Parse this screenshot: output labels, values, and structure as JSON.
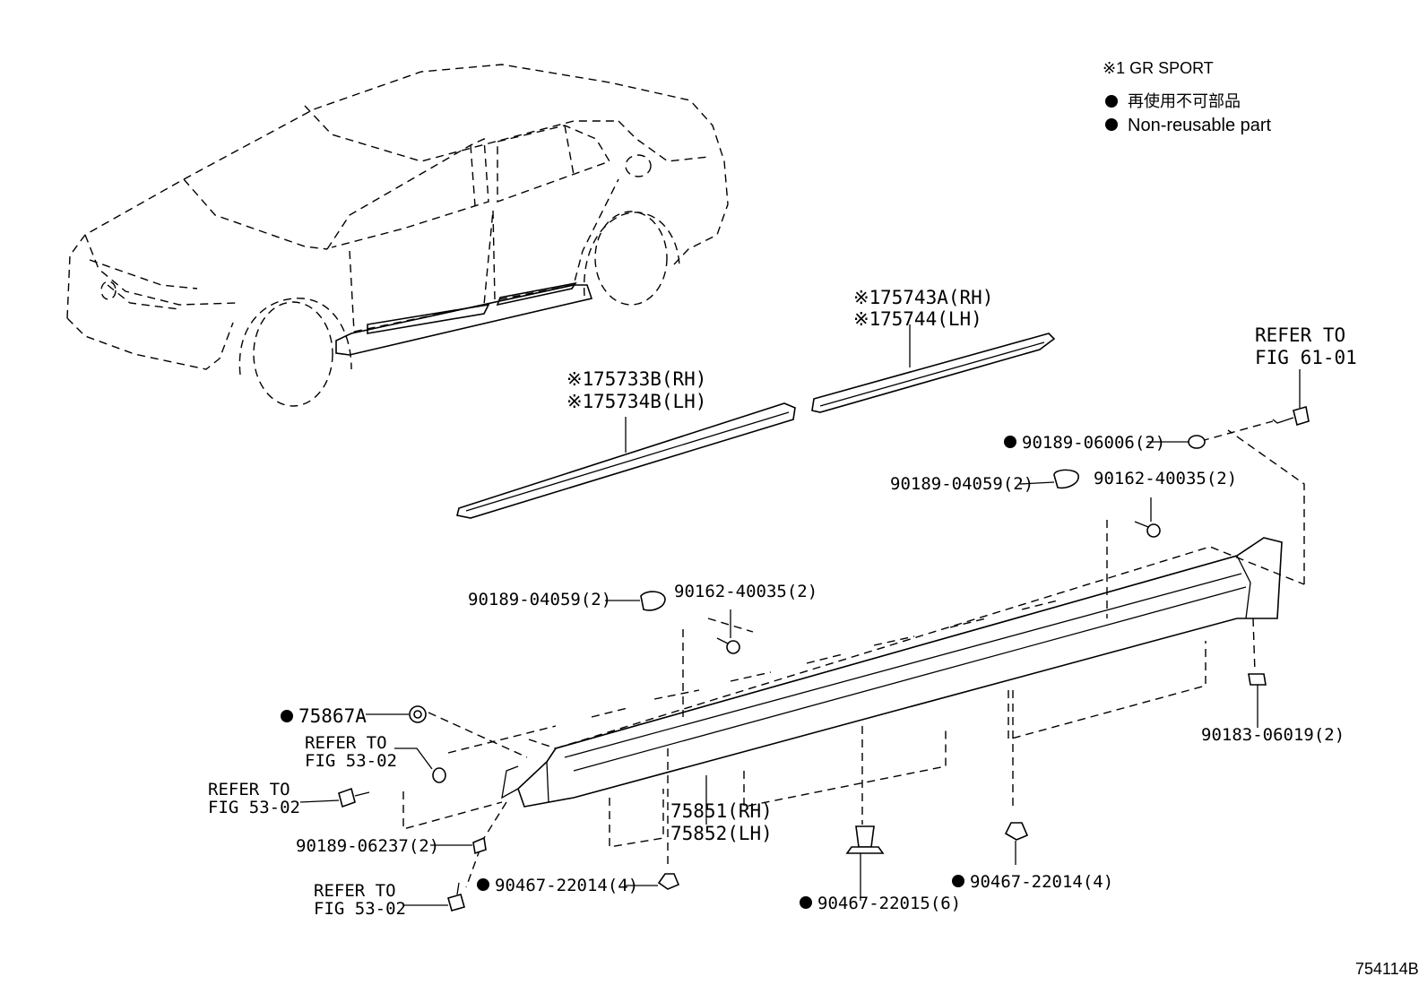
{
  "legend": {
    "gr_sport": "※1 GR SPORT",
    "non_reusable_jp": "再使用不可部品",
    "non_reusable_en": "Non-reusable part"
  },
  "labels": {
    "upper_rear_rh": "75743A(RH)",
    "upper_rear_lh": "75744(LH)",
    "upper_front_rh": "75733B(RH)",
    "upper_front_lh": "75734B(LH)",
    "sill_rh": "75851(RH)",
    "sill_lh": "75852(LH)",
    "mark_1": "※1",
    "refer_to": "REFER TO",
    "fig_61_01": "FIG 61-01",
    "fig_53_02": "FIG 53-02",
    "p90189_06006": "90189-06006(2)",
    "p90189_04059_a": "90189-04059(2)",
    "p90162_40035_a": "90162-40035(2)",
    "p90189_04059_b": "90189-04059(2)",
    "p90162_40035_b": "90162-40035(2)",
    "p75867A": "75867A",
    "p90183_06019": "90183-06019(2)",
    "p90189_06237": "90189-06237(2)",
    "p90467_22014_a": "90467-22014(4)",
    "p90467_22015": "90467-22015(6)",
    "p90467_22014_b": "90467-22014(4)",
    "illustration_id": "754114B"
  }
}
